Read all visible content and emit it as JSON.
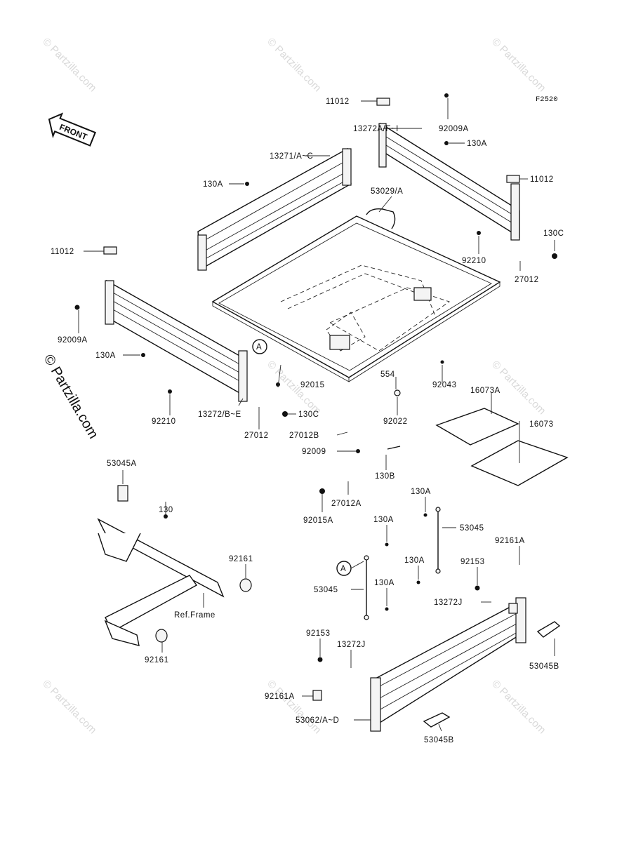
{
  "diagram_code": "F2520",
  "front_label": "FRONT",
  "side_watermark": "© Partzilla.com",
  "watermark_text": "© Partzilla.com",
  "parts": {
    "p11012_top": "11012",
    "p13272A": "13272A/F~I",
    "p92009A_top": "92009A",
    "p130A_top": "130A",
    "p11012_right": "11012",
    "p13271": "13271/A~C",
    "p130A_left": "130A",
    "p53029": "53029/A",
    "p130C_right": "130C",
    "p11012_left": "11012",
    "p92210_right": "92210",
    "p27012_right": "27012",
    "p92009A_left": "92009A",
    "p130A_mid": "130A",
    "callout_A1": "A",
    "p92015": "92015",
    "p554": "554",
    "p92043": "92043",
    "p16073A": "16073A",
    "p92210_left": "92210",
    "p13272B": "13272/B~E",
    "p130C_left": "130C",
    "p92022": "92022",
    "p16073": "16073",
    "p27012_left": "27012",
    "p27012B": "27012B",
    "p92009": "92009",
    "p53045A": "53045A",
    "p130B": "130B",
    "p130": "130",
    "p27012A": "27012A",
    "p92015A": "92015A",
    "p130A_b1": "130A",
    "p130A_b2": "130A",
    "p53045_top": "53045",
    "p92161A_right": "92161A",
    "p92161_right": "92161",
    "callout_A2": "A",
    "p130A_b3": "130A",
    "p92153_right": "92153",
    "p130A_b4": "130A",
    "p53045_left": "53045",
    "p13272J_right": "13272J",
    "ref_frame": "Ref.Frame",
    "p92153_left": "92153",
    "p13272J_left": "13272J",
    "p53045B_right": "53045B",
    "p92161_bottom": "92161",
    "p92161A_left": "92161A",
    "p53062": "53062/A~D",
    "p53045B_bottom": "53045B"
  }
}
